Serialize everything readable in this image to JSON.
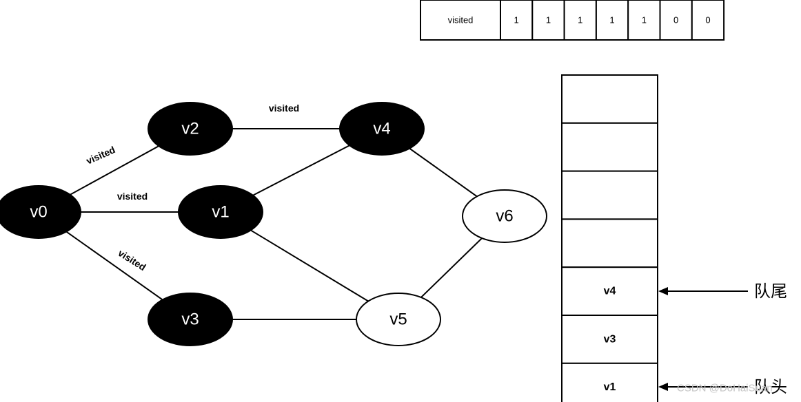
{
  "visited_array": {
    "header": "visited",
    "values": [
      "1",
      "1",
      "1",
      "1",
      "1",
      "0",
      "0"
    ]
  },
  "graph": {
    "nodes": [
      {
        "id": "v0",
        "label": "v0",
        "visited": true
      },
      {
        "id": "v1",
        "label": "v1",
        "visited": true
      },
      {
        "id": "v2",
        "label": "v2",
        "visited": true
      },
      {
        "id": "v3",
        "label": "v3",
        "visited": true
      },
      {
        "id": "v4",
        "label": "v4",
        "visited": true
      },
      {
        "id": "v5",
        "label": "v5",
        "visited": false
      },
      {
        "id": "v6",
        "label": "v6",
        "visited": false
      }
    ],
    "edges": [
      {
        "from": "v0",
        "to": "v2",
        "label": "visited"
      },
      {
        "from": "v0",
        "to": "v1",
        "label": "visited"
      },
      {
        "from": "v0",
        "to": "v3",
        "label": "visited"
      },
      {
        "from": "v2",
        "to": "v4",
        "label": "visited"
      },
      {
        "from": "v1",
        "to": "v4",
        "label": ""
      },
      {
        "from": "v1",
        "to": "v5",
        "label": ""
      },
      {
        "from": "v3",
        "to": "v5",
        "label": ""
      },
      {
        "from": "v4",
        "to": "v6",
        "label": ""
      },
      {
        "from": "v5",
        "to": "v6",
        "label": ""
      }
    ]
  },
  "queue": {
    "cells": [
      "",
      "",
      "",
      "",
      "v4",
      "v3",
      "v1"
    ],
    "tail_label": "队尾",
    "head_label": "队头"
  },
  "watermark": "CSDN @DoHaiSuan",
  "colors": {
    "visited_fill": "#000000",
    "visited_text": "#ffffff",
    "unvisited_fill": "#ffffff",
    "unvisited_text": "#000000",
    "stroke": "#000000"
  }
}
